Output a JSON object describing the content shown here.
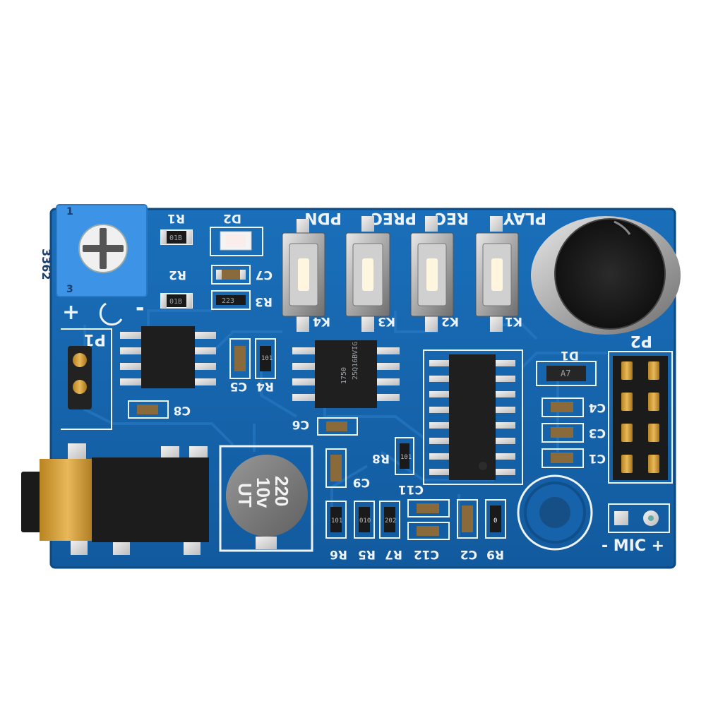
{
  "board": {
    "colors": {
      "pcb": "#1565ac",
      "pcb_dark": "#0f4f8c",
      "trace": "#2a7cc8",
      "silkscreen": "#eef3f8",
      "pot": "#3a8fe0",
      "chip": "#1c1c1c",
      "gold": "#d9a640"
    },
    "labels": {
      "r1": "R1",
      "d2": "D2",
      "pdn": "PDN",
      "prec": "PREC",
      "rec": "REC",
      "play": "PLAY",
      "r2": "R2",
      "c7": "C7",
      "r3": "R3",
      "k4": "K4",
      "k3": "K3",
      "k2": "K2",
      "k1": "K1",
      "p1": "P1",
      "d1": "D1",
      "p2": "P2",
      "c5": "C5",
      "r4": "R4",
      "c8": "C8",
      "c6": "C6",
      "c4": "C4",
      "c3": "C3",
      "c1": "C1",
      "r8": "R8",
      "c9": "C9",
      "c11": "C11",
      "r6": "R6",
      "r5": "R5",
      "r7": "R7",
      "c12": "C12",
      "c2": "C2",
      "r9": "R9",
      "mic": "- MIC +",
      "plus": "+",
      "minus": "-"
    },
    "potentiometer": {
      "code": "3362",
      "pin1": "1",
      "pin3": "3"
    },
    "capacitor": {
      "line1": "220",
      "line2": "10v",
      "line3": "UT"
    },
    "chips": {
      "flash": "25Q16BVIG",
      "flash_line2": "1750"
    },
    "smd_codes": {
      "r1": "01B",
      "r2": "01B",
      "r3": "223",
      "r4": "101",
      "r8": "101",
      "r6": "101",
      "r5": "010",
      "r7": "202",
      "d1": "A7",
      "r9": "0"
    },
    "icons": [
      "potentiometer-icon",
      "microphone-icon",
      "audio-jack-icon",
      "electrolytic-capacitor-icon",
      "tactile-switch-icon",
      "pin-header-icon",
      "mounting-hole-icon"
    ]
  }
}
